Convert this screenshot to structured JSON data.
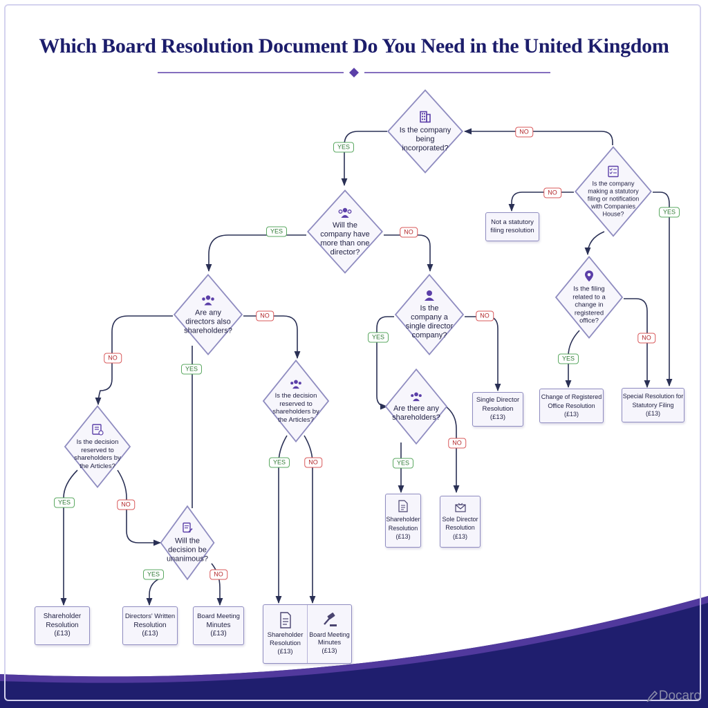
{
  "title": "Which Board Resolution Document Do You Need in the United Kingdom",
  "brand": "Docaro",
  "questions": {
    "incorporated": "Is the company being incorporated?",
    "more_directors": "Will the company have more than one director?",
    "directors_shareholders": "Are any directors also shareholders?",
    "reserved_left": "Is the decision reserved to shareholders by the Articles?",
    "reserved_mid": "Is the decision reserved to shareholders by the Articles?",
    "unanimous": "Will the decision be unanimous?",
    "single_director": "Is the company a single director company?",
    "any_shareholders": "Are there any shareholders?",
    "statutory_filing": "Is the company making a statutory filing or notification with Companies House?",
    "registered_office": "Is the filing related to a change in registered office?"
  },
  "outcomes": {
    "shareholder_left": [
      "Shareholder",
      "Resolution",
      "(£13)"
    ],
    "directors_written": [
      "Directors' Written",
      "Resolution",
      "(£13)"
    ],
    "board_minutes_left": [
      "Board Meeting",
      "Minutes",
      "(£13)"
    ],
    "combo_shareholder": [
      "Shareholder",
      "Resolution",
      "(£13)"
    ],
    "combo_board": [
      "Board Meeting",
      "Minutes",
      "(£13)"
    ],
    "shareholder_right": [
      "Shareholder",
      "Resolution",
      "(£13)"
    ],
    "sole_director": [
      "Sole Director",
      "Resolution",
      "(£13)"
    ],
    "single_director": [
      "Single Director",
      "Resolution",
      "(£13)"
    ],
    "not_statutory": [
      "Not a statutory",
      "filing resolution"
    ],
    "registered_office": [
      "Change of Registered",
      "Office Resolution",
      "(£13)"
    ],
    "special_resolution": [
      "Special Resolution for",
      "Statutory Filing",
      "(£13)"
    ]
  },
  "labels": {
    "yes": "YES",
    "no": "NO"
  },
  "colors": {
    "navy": "#1c1d6b",
    "accent": "#5b3fa8",
    "line": "#2a3055",
    "yes": "#2f7a35",
    "no": "#b3282b"
  },
  "icons": {
    "incorporated": "building-icon",
    "more_directors": "people-group-icon",
    "directors_shareholders": "people-group-icon",
    "reserved_left": "checklist-icon",
    "reserved_mid": "people-group-icon",
    "unanimous": "document-pen-icon",
    "single_director": "person-icon",
    "any_shareholders": "people-group-icon",
    "statutory_filing": "checklist-icon",
    "registered_office": "location-pin-icon",
    "shareholder_right": "document-icon",
    "sole_director": "envelope-icon",
    "combo_shareholder": "document-icon",
    "combo_board": "gavel-icon"
  }
}
